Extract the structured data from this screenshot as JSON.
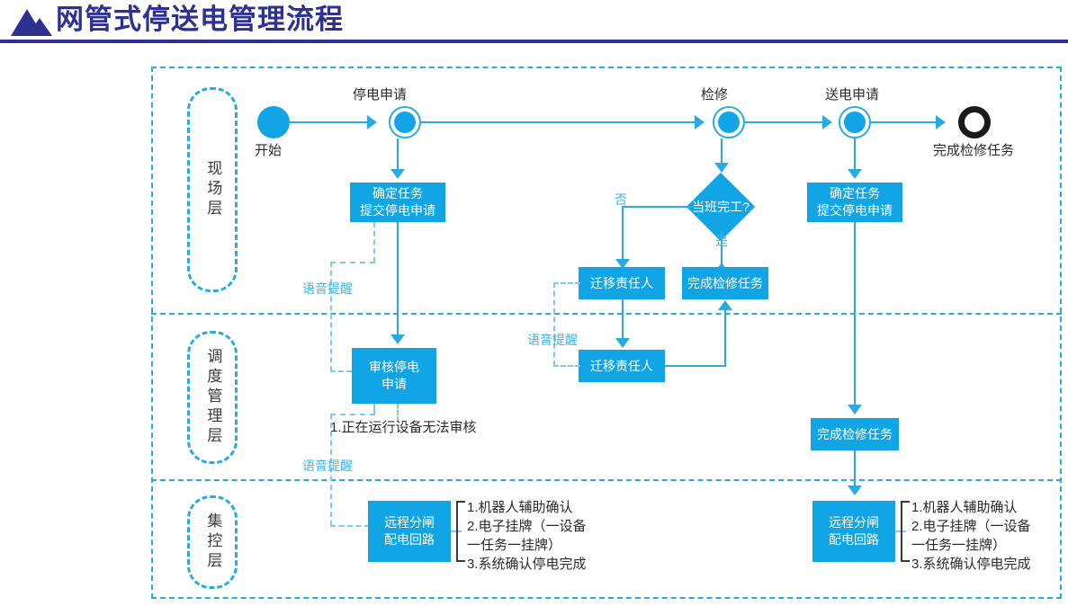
{
  "header": {
    "title": "网管式停送电管理流程",
    "mark_icon": "mountain-triangle-icon"
  },
  "lanes": [
    {
      "id": "field",
      "label": "现场层"
    },
    {
      "id": "dispatch",
      "label": "调度管理层"
    },
    {
      "id": "centralized",
      "label": "集控层"
    }
  ],
  "nodes": {
    "start": {
      "label": "开始",
      "kind": "start-circle"
    },
    "outage_apply": {
      "label": "停电申请",
      "kind": "event-circle"
    },
    "maintenance": {
      "label": "检修",
      "kind": "event-circle"
    },
    "power_apply": {
      "label": "送电申请",
      "kind": "event-circle"
    },
    "end": {
      "label": "完成检修任务",
      "kind": "end-ring"
    },
    "task_submit_left": {
      "label": "确定任务\n提交停电申请"
    },
    "task_submit_right": {
      "label": "确定任务\n提交停电申请"
    },
    "review_outage": {
      "label": "审核停电\n申请"
    },
    "decision": {
      "label": "当班完工?"
    },
    "transfer_upper": {
      "label": "迁移责任人"
    },
    "transfer_lower": {
      "label": "迁移责任人"
    },
    "finish_task_field": {
      "label": "完成检修任务"
    },
    "finish_task_disp": {
      "label": "完成检修任务"
    },
    "remote_left": {
      "label": "远程分闸\n配电回路"
    },
    "remote_right": {
      "label": "远程分闸\n配电回路"
    }
  },
  "edge_labels": {
    "no": "否",
    "yes": "是",
    "voice_1": "语音提醒",
    "voice_2": "语音提醒",
    "voice_3": "语音提醒"
  },
  "notes": {
    "review_note": "1.正在运行设备无法审核",
    "remote_left_note": "1.机器人辅助确认\n2.电子挂牌（一设备\n   一任务一挂牌）\n3.系统确认停电完成",
    "remote_right_note": "1.机器人辅助确认\n2.电子挂牌（一设备\n   一任务一挂牌）\n3.系统确认停电完成"
  },
  "colors": {
    "brand_navy": "#2E3192",
    "accent_blue": "#12A5E6",
    "line_blue": "#29ABE2",
    "dashed_blue": "#7FC9EC",
    "end_black": "#1A1A1A"
  }
}
